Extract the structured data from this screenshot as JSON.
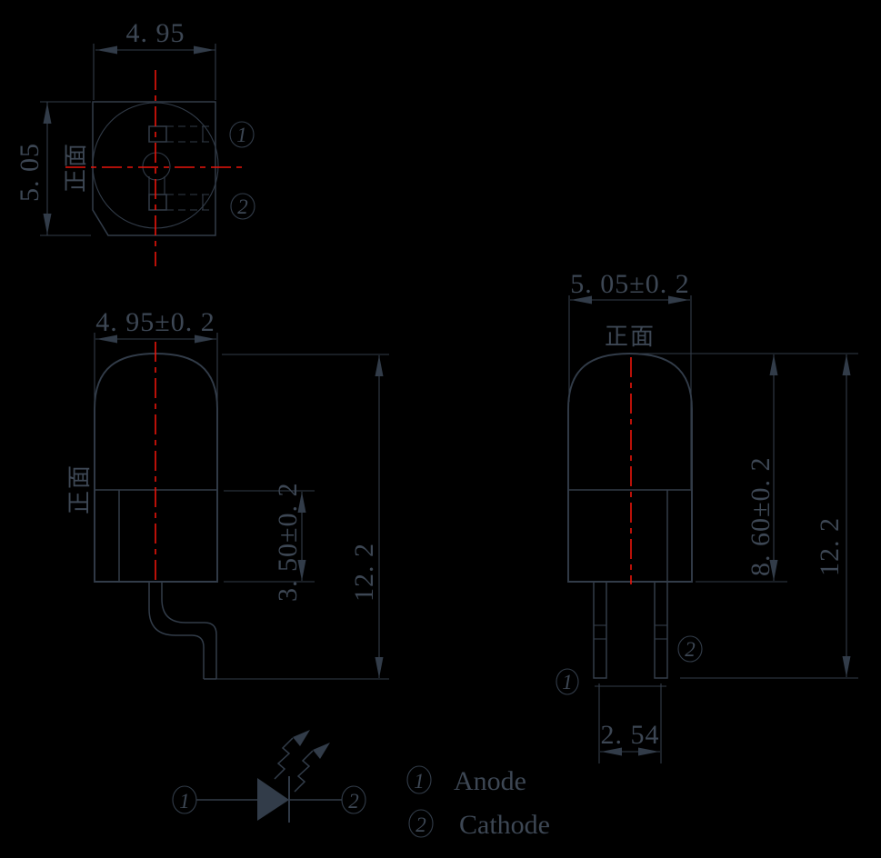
{
  "colors": {
    "background": "#000000",
    "line": "#323c49",
    "text": "#3d4754",
    "centerline": "#e8140b"
  },
  "top_view": {
    "dim_width": "4. 95",
    "dim_height": "5. 05",
    "front_label": "正面",
    "pin1": "1",
    "pin2": "2"
  },
  "side_view": {
    "dim_width": "4. 95±0. 2",
    "dim_base": "3. 50±0. 2",
    "dim_total": "12. 2",
    "front_label": "正面"
  },
  "front_view": {
    "dim_width": "5. 05±0. 2",
    "dim_body": "8. 60±0. 2",
    "dim_total": "12. 2",
    "dim_pitch": "2. 54",
    "front_label": "正面",
    "pin1": "1",
    "pin2": "2"
  },
  "schematic": {
    "pin1": "1",
    "pin2": "2"
  },
  "legend": {
    "items": [
      {
        "pin": "1",
        "label": "Anode"
      },
      {
        "pin": "2",
        "label": "Cathode"
      }
    ]
  }
}
